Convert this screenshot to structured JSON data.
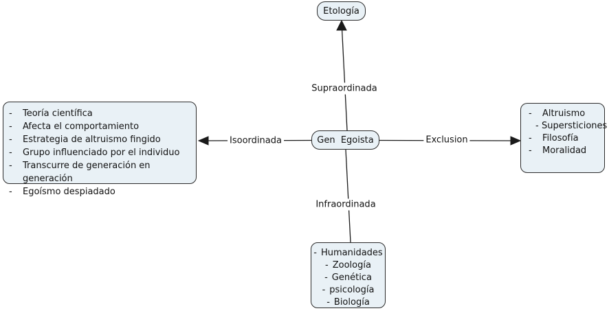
{
  "bullets": {
    "dash": "-"
  },
  "nodes": {
    "top": {
      "label": "Etología"
    },
    "center": {
      "label": "Gen  Egoista"
    },
    "left": {
      "items": [
        "Teoría científica",
        "Afecta el comportamiento",
        "Estrategia de altruismo fingido",
        "Grupo influenciado por el individuo",
        "Transcurre de generación en generación",
        "Egoísmo despiadado"
      ]
    },
    "right": {
      "items": [
        "Altruismo",
        "Supersticiones",
        "Filosofía",
        "Moralidad"
      ]
    },
    "bottom": {
      "items": [
        "Humanidades",
        "Zoología",
        "Genética",
        "psicología",
        "Biología"
      ]
    }
  },
  "edges": {
    "top_label": "Supraordinada",
    "left_label": "Isoordinada",
    "right_label": "Exclusion",
    "bottom_label": "Infraordinada"
  },
  "colors": {
    "node_fill": "#e9f1f6",
    "node_border": "#2a2a2a",
    "edge": "#1a1a1a"
  }
}
